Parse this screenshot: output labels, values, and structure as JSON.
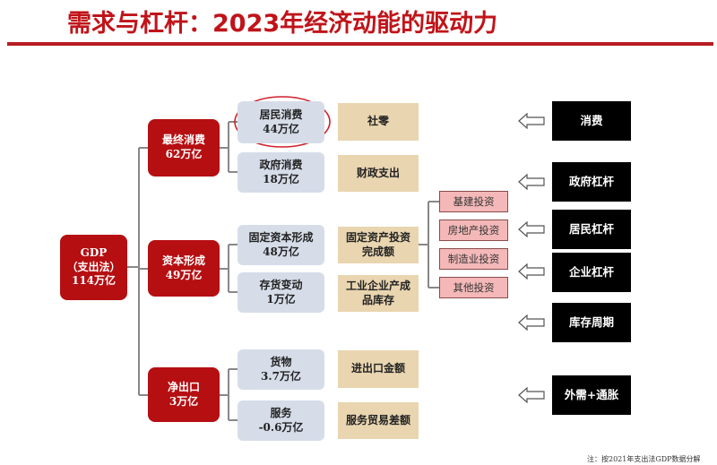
{
  "title": "需求与杠杆：2023年经济动能的驱动力",
  "gdp": {
    "line1": "GDP",
    "line2": "（支出法）",
    "line3": "114万亿"
  },
  "level1": [
    {
      "name": "最终消费",
      "value": "62万亿"
    },
    {
      "name": "资本形成",
      "value": "49万亿"
    },
    {
      "name": "净出口",
      "value": "3万亿"
    }
  ],
  "level2": [
    {
      "name": "居民消费",
      "value": "44万亿"
    },
    {
      "name": "政府消费",
      "value": "18万亿"
    },
    {
      "name": "固定资本形成",
      "value": "48万亿"
    },
    {
      "name": "存货变动",
      "value": "1万亿"
    },
    {
      "name": "货物",
      "value": "3.7万亿"
    },
    {
      "name": "服务",
      "value": "-0.6万亿"
    }
  ],
  "indicators": [
    {
      "line1": "社零",
      "line2": ""
    },
    {
      "line1": "财政支出",
      "line2": ""
    },
    {
      "line1": "固定资产投资",
      "line2": "完成额"
    },
    {
      "line1": "工业企业产成",
      "line2": "品库存"
    },
    {
      "line1": "进出口金额",
      "line2": ""
    },
    {
      "line1": "服务贸易差额",
      "line2": ""
    }
  ],
  "investment_types": [
    "基建投资",
    "房地产投资",
    "制造业投资",
    "其他投资"
  ],
  "drivers": [
    "消费",
    "政府杠杆",
    "居民杠杆",
    "企业杠杆",
    "库存周期",
    "外需+通胀"
  ],
  "note": "注：按2021年支出法GDP数据分解",
  "colors": {
    "title": "#c0141a",
    "red_box": "#b50f12",
    "blue_box": "#d6dde9",
    "tan_box": "#e9d5b0",
    "pink_box": "#f4b8b8",
    "driver_box": "#000000",
    "highlight": "#d0202a"
  }
}
